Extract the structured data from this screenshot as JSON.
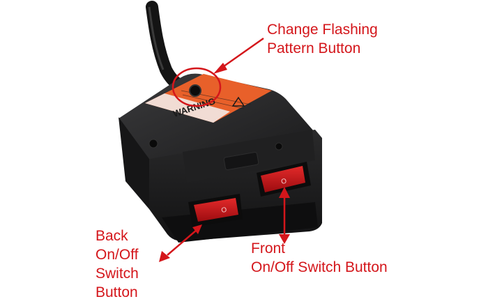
{
  "annotations": {
    "change_flashing": {
      "line1": "Change Flashing",
      "line2": "Pattern Button"
    },
    "back_switch": {
      "line1": "Back",
      "line2": "On/Off",
      "line3": "Switch",
      "line4": "Button"
    },
    "front_switch": {
      "line1": "Front",
      "line2": "On/Off Switch Button"
    }
  },
  "device": {
    "warning_text": "WARNING",
    "switch_mark": "O",
    "back_switch_mark": "O"
  },
  "colors": {
    "annotation": "#d4161b",
    "housing": "#1b1b1c",
    "rocker": "#c8141a",
    "warning_label": "#e8602a"
  }
}
